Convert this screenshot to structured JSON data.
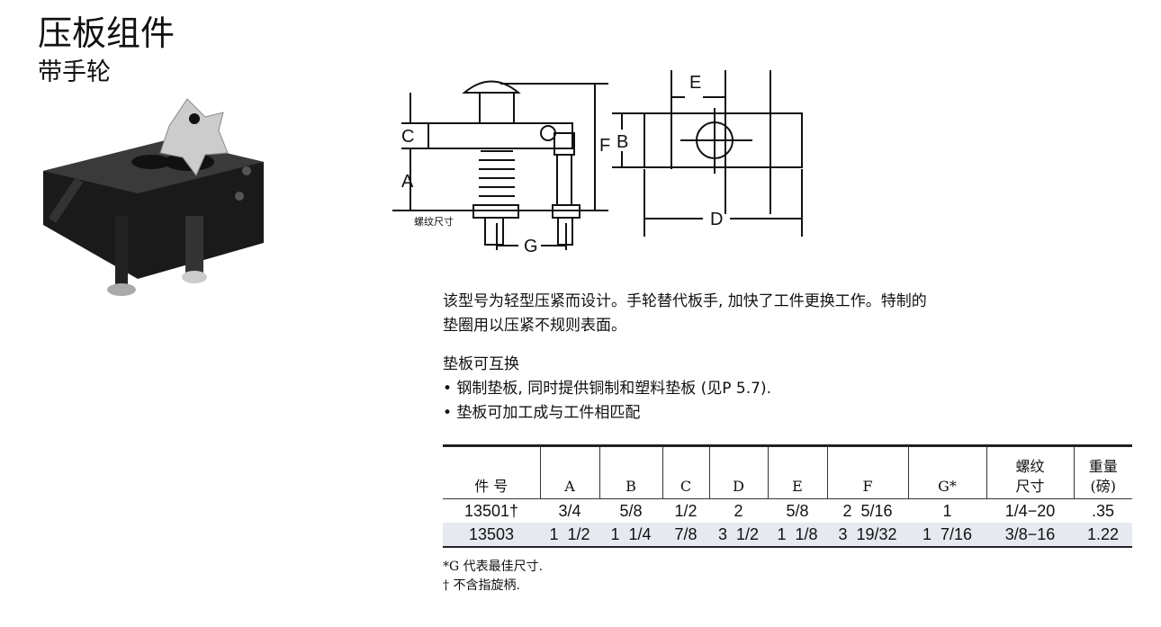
{
  "title": "压板组件",
  "subtitle": "带手轮",
  "drawing": {
    "labels": {
      "a": "A",
      "b": "B",
      "c": "C",
      "d": "D",
      "e": "E",
      "f": "F",
      "g": "G",
      "thread": "螺纹尺寸"
    }
  },
  "description": [
    "该型号为轻型压紧而设计。手轮替代板手, 加快了工件更换工作。特制的",
    "垫圈用以压紧不规则表面。"
  ],
  "pads": {
    "heading": "垫板可互换",
    "bullets": [
      "• 钢制垫板, 同时提供铜制和塑料垫板 (见P 5.7).",
      "• 垫板可加工成与工件相匹配"
    ]
  },
  "table": {
    "headers": [
      "件 号",
      "A",
      "B",
      "C",
      "D",
      "E",
      "F",
      "G*",
      "螺纹\n尺寸",
      "重量\n(磅)"
    ],
    "rows": [
      [
        "13501†",
        "3/4",
        "5/8",
        "1/2",
        "2",
        "5/8",
        "2  5/16",
        "1",
        "1/4−20",
        ".35"
      ],
      [
        "13503",
        "1  1/2",
        "1  1/4",
        "7/8",
        "3  1/2",
        "1  1/8",
        "3  19/32",
        "1  7/16",
        "3/8−16",
        "1.22"
      ]
    ]
  },
  "notes": [
    "*G 代表最佳尺寸.",
    "† 不含指旋柄."
  ]
}
